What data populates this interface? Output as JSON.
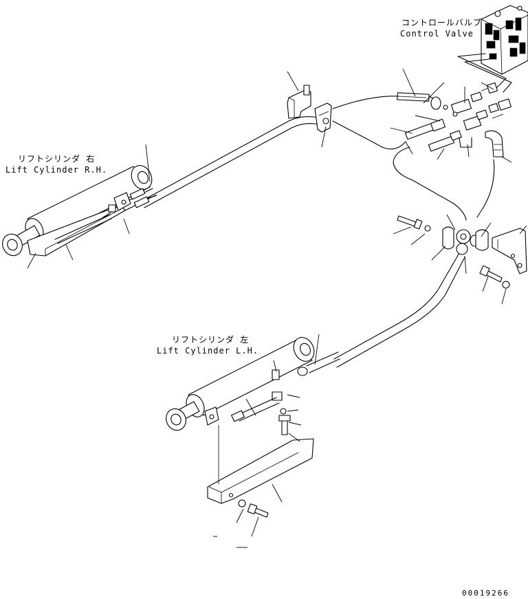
{
  "labels": {
    "control_valve_jp": "コントロールバルブ",
    "control_valve_en": "Control Valve",
    "lift_cylinder_rh_jp": "リフトシリンダ 右",
    "lift_cylinder_rh_en": "Lift Cylinder R.H.",
    "lift_cylinder_lh_jp": "リフトシリンダ 左",
    "lift_cylinder_lh_en": "Lift Cylinder L.H."
  },
  "drawing_number": "00019266"
}
